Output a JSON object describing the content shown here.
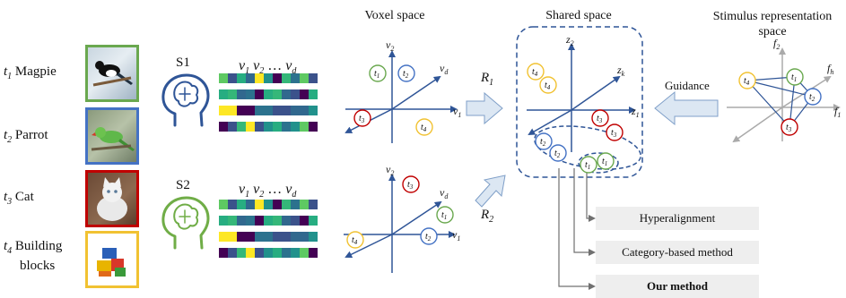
{
  "titles": {
    "voxel_space": "Voxel space",
    "shared_space": "Shared space",
    "stimulus_space": "Stimulus representation space"
  },
  "stimuli": [
    {
      "id": "t1",
      "name": "Magpie",
      "color": "#6aa84f"
    },
    {
      "id": "t2",
      "name": "Parrot",
      "color": "#4472c4"
    },
    {
      "id": "t3",
      "name": "Cat",
      "color": "#c00000"
    },
    {
      "id": "t4",
      "name": "Building blocks",
      "name_line1": "Building",
      "name_line2": "blocks",
      "color": "#f1c232"
    }
  ],
  "subjects": [
    {
      "label": "S1",
      "color": "#2f5597"
    },
    {
      "label": "S2",
      "color": "#70ad47"
    }
  ],
  "voxel_header": "v1 v2 ... vd",
  "transforms": {
    "r1": "R1",
    "r2": "R2"
  },
  "guidance_label": "Guidance",
  "methods": [
    {
      "label": "Hyperalignment",
      "bold": false
    },
    {
      "label": "Category-based method",
      "bold": false
    },
    {
      "label": "Our method",
      "bold": true
    }
  ],
  "axis_colors": {
    "voxel": "#2f5597",
    "stimulus": "#aaaaaa"
  }
}
